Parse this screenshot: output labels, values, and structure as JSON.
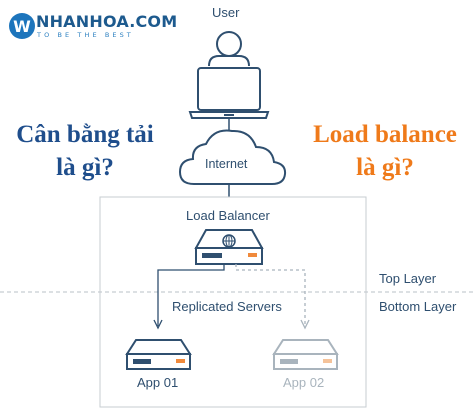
{
  "brand": {
    "logo_letter": "W",
    "name": "NHANHOA.COM",
    "tagline": "TO BE THE BEST",
    "color": "#1d75bc"
  },
  "headline_vi": {
    "line1": "Cân bằng tải",
    "line2": "là gì?",
    "color": "#1f4e8c"
  },
  "headline_en": {
    "line1": "Load balance",
    "line2": "là gì?",
    "color": "#ef7a1a"
  },
  "nodes": {
    "user": "User",
    "internet": "Internet",
    "load_balancer": "Load Balancer",
    "replicated_servers": "Replicated Servers",
    "app1": "App 01",
    "app2": "App 02"
  },
  "layers": {
    "top": "Top Layer",
    "bottom": "Bottom Layer"
  },
  "colors": {
    "stroke": "#2f4f6f",
    "light_stroke": "#a9b4bd",
    "accent_orange": "#f08a3c",
    "boundary": "#c7cdd2"
  }
}
